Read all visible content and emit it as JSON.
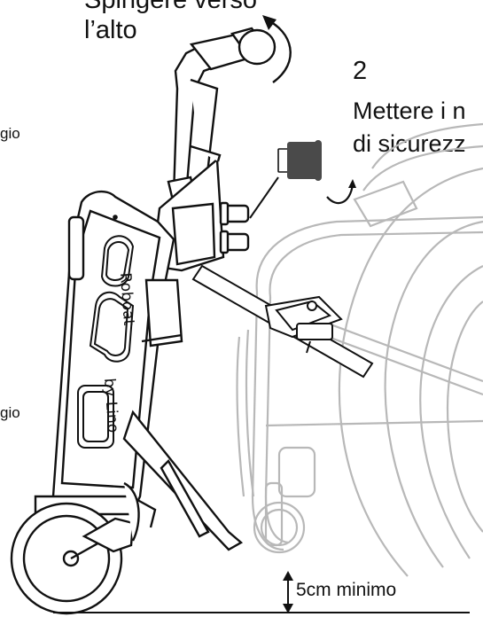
{
  "instruction1": {
    "line1": "Spingere verso",
    "line2": "l’alto"
  },
  "instruction2": {
    "number": "2",
    "line1": "Mettere i n",
    "line2": "di sicurezz"
  },
  "side_labels": {
    "upper": "gio",
    "lower": "gio"
  },
  "device_text": {
    "line1": "Roboat",
    "line2": "by Lino"
  },
  "clearance": {
    "label": "5cm minimo"
  },
  "colors": {
    "ink": "#111111",
    "ghost": "#b8b8b8",
    "pin_dark": "#4a4a4a"
  }
}
